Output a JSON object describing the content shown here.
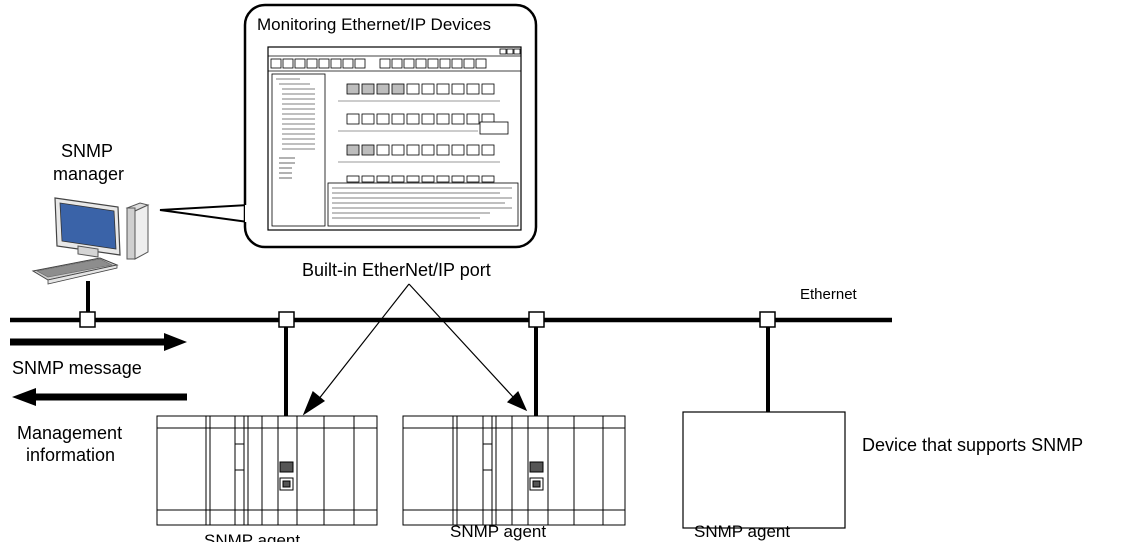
{
  "screen_title": "Monitoring Ethernet/IP Devices",
  "manager": {
    "line1": "SNMP",
    "line2": "manager"
  },
  "port_label": "Built-in EtherNet/IP port",
  "network_label": "Ethernet",
  "message_label": "SNMP message",
  "info_label": {
    "line1": "Management",
    "line2": "information"
  },
  "device_label": "Device that supports SNMP",
  "agents": [
    "SNMP agent",
    "SNMP agent",
    "SNMP agent"
  ],
  "colors": {
    "line": "#000000",
    "screen_fill": "#ffffff",
    "icon_gray": "#bdbdbd",
    "monitor_blue": "#3a63a8"
  }
}
